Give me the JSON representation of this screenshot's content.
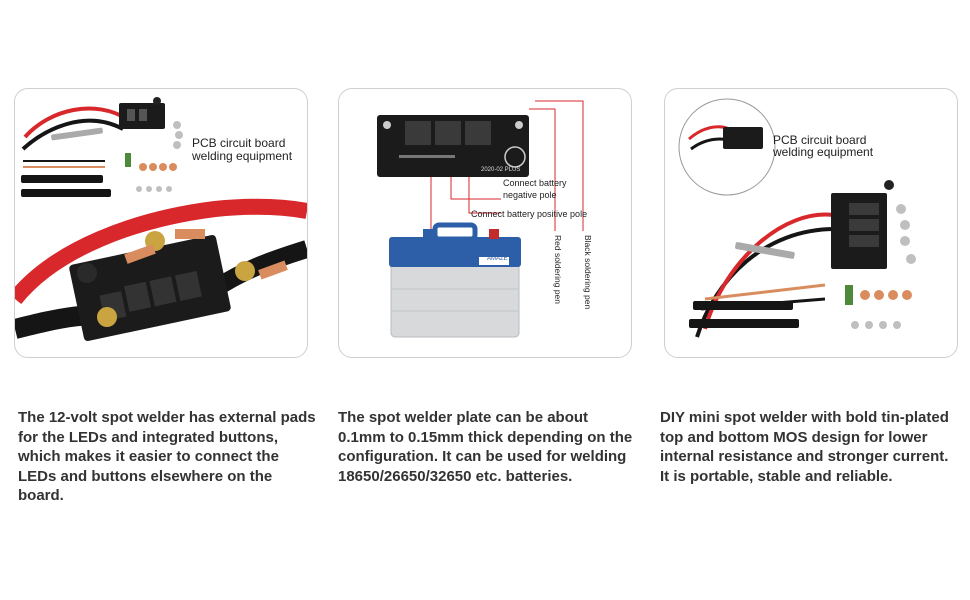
{
  "panels": [
    {
      "labels": {
        "pcb": "PCB circuit board",
        "equipment": "welding equipment"
      }
    },
    {
      "labels": {
        "negative": "Connect battery",
        "negative2": "negative pole",
        "positive": "Connect battery positive pole",
        "red_pen": "Red soldering pen",
        "black_pen": "Black soldering pen",
        "board_text": "2020-02 PLUS",
        "battery_brand": "AMAZE"
      }
    },
    {
      "labels": {
        "pcb": "PCB circuit board",
        "equipment": "welding equipment"
      }
    }
  ],
  "captions": [
    "The 12-volt spot welder has external pads for the LEDs and integrated buttons, which makes it easier to connect the LEDs and buttons elsewhere on the board.",
    "The spot welder plate can be about 0.1mm to 0.15mm thick depending on the configuration. It can be used for welding 18650/26650/32650 etc. batteries.",
    "DIY mini spot welder with bold tin-plated top and bottom MOS design for lower internal resistance and stronger current. It is portable, stable and reliable."
  ],
  "colors": {
    "cable_red": "#d8282b",
    "cable_black": "#151515",
    "board": "#1b1b1b",
    "battery_blue": "#2d5fa8",
    "copper": "#d98d5e"
  }
}
